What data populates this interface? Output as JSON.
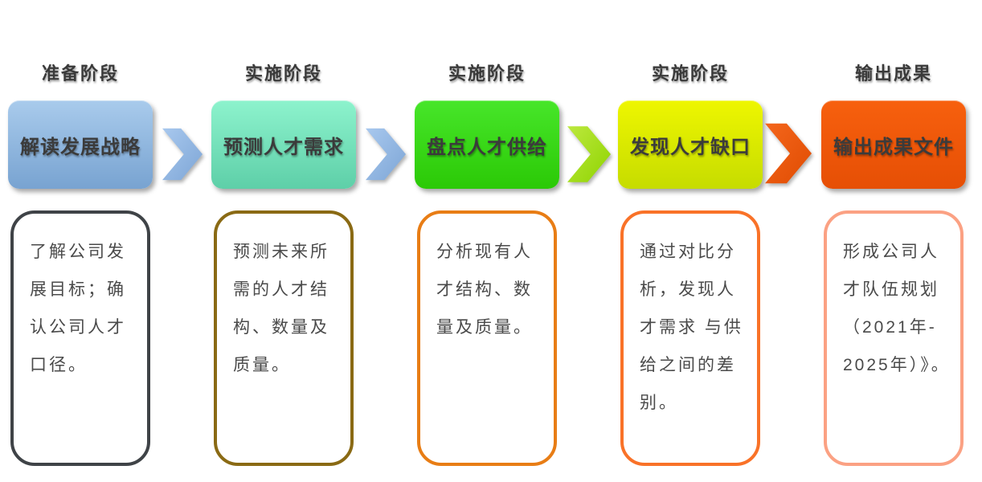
{
  "background": "#ffffff",
  "text_color": "#4a4a4a",
  "stages": [
    {
      "phase_label": "准备阶段",
      "title": "解读发展战略",
      "colors": {
        "box_top": "#a9cbec",
        "box_bottom": "#78a3d1",
        "desc_border": "#3f4347"
      },
      "desc_lines": [
        "了解公司发",
        "展目标；确",
        "认公司人才",
        "口径。"
      ]
    },
    {
      "phase_label": "实施阶段",
      "title": "预测人才需求",
      "colors": {
        "box_top": "#8df3cd",
        "box_bottom": "#5ecfa8",
        "desc_border": "#8a6a14"
      },
      "desc_lines": [
        "预测未来所",
        "需的人才结",
        "构、数量及",
        "质量。"
      ]
    },
    {
      "phase_label": "实施阶段",
      "title": "盘点人才供给",
      "colors": {
        "box_top": "#47e62a",
        "box_bottom": "#2bc906",
        "desc_border": "#e87d15"
      },
      "desc_lines": [
        "分析现有人",
        "才结构、数",
        "量及质量。"
      ]
    },
    {
      "phase_label": "实施阶段",
      "title": "发现人才缺口",
      "colors": {
        "box_top": "#eef600",
        "box_bottom": "#c6dc00",
        "desc_border": "#f97228"
      },
      "desc_lines": [
        "通过对比分",
        "析，发现人",
        "才需求 与供",
        "给之间的差",
        "别。"
      ]
    },
    {
      "phase_label": "输出成果",
      "title": "输出成果文件",
      "colors": {
        "box_top": "#f7600e",
        "box_bottom": "#e64f05",
        "desc_border": "#fba183"
      },
      "desc_lines": [
        "形成公司人",
        "才队伍规划",
        "（2021年-",
        "2025年）》。"
      ]
    }
  ],
  "arrows": [
    {
      "colors": {
        "light": "#a8c8ee",
        "dark": "#7ea6d6"
      }
    },
    {
      "colors": {
        "light": "#a8c8ee",
        "dark": "#7ea6d6"
      }
    },
    {
      "colors": {
        "light": "#bce83e",
        "dark": "#8fd400"
      }
    },
    {
      "colors": {
        "light": "#f4661c",
        "dark": "#e04c02"
      }
    }
  ]
}
